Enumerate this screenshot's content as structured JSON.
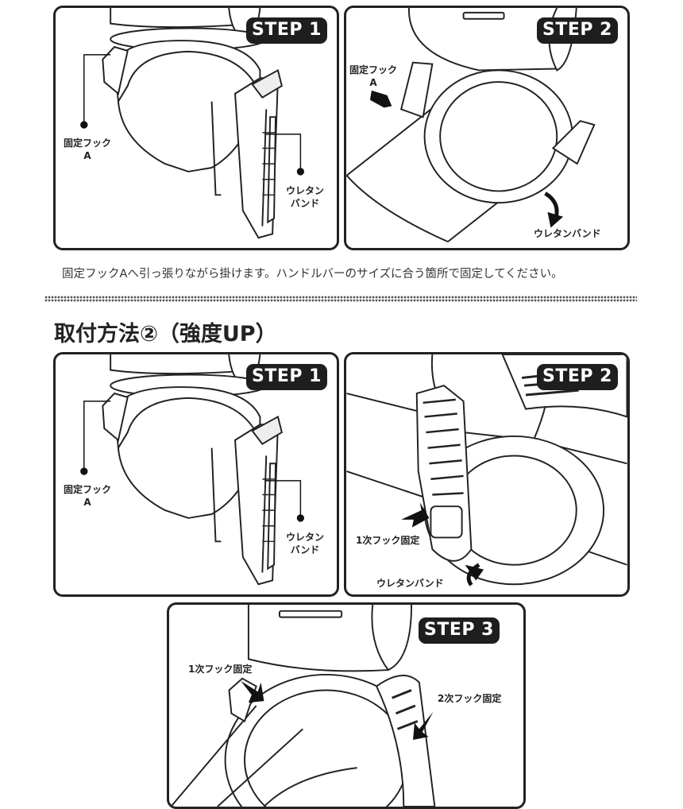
{
  "top_row": {
    "panel1": {
      "step": "STEP 1",
      "hook_label_line1": "固定フック",
      "hook_label_line2": "A",
      "band_label_line1": "ウレタン",
      "band_label_line2": "バンド"
    },
    "panel2": {
      "step": "STEP 2",
      "hook_label_line1": "固定フック",
      "hook_label_line2": "A",
      "band_label": "ウレタンバンド"
    }
  },
  "caption": "固定フックAへ引っ張りながら掛けます。ハンドルバーのサイズに合う箇所で固定してください。",
  "section_title": "取付方法②（強度UP）",
  "bottom_row": {
    "panel1": {
      "step": "STEP 1",
      "hook_label_line1": "固定フック",
      "hook_label_line2": "A",
      "band_label_line1": "ウレタン",
      "band_label_line2": "バンド"
    },
    "panel2": {
      "step": "STEP 2",
      "first_hook_label": "1次フック固定",
      "band_label": "ウレタンバンド"
    },
    "panel3": {
      "step": "STEP 3",
      "first_hook_label": "1次フック固定",
      "second_hook_label": "2次フック固定"
    }
  }
}
